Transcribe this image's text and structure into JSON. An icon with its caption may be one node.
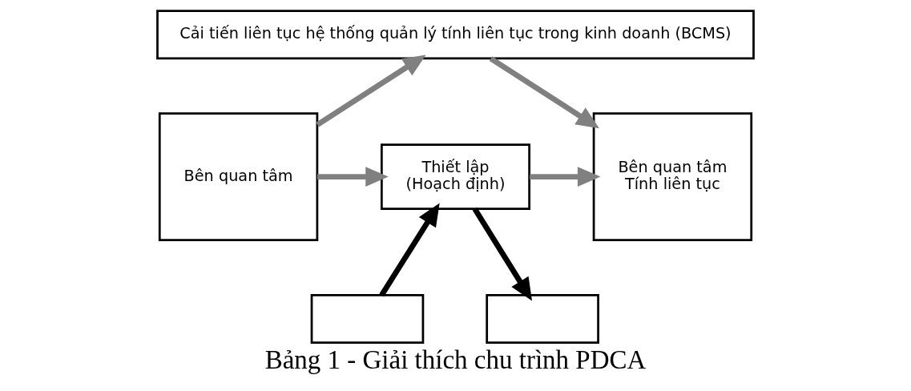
{
  "diagram": {
    "caption": "Bảng 1 - Giải thích chu trình PDCA",
    "nodes": [
      {
        "text": [
          "Cải tiến liên tục hệ thống quản lý tính liên tục trong kinh doanh (BCMS)"
        ]
      },
      {
        "text": [
          "Bên quan tâm"
        ]
      },
      {
        "text": [
          "Thiết lập",
          "(Hoạch định)"
        ]
      },
      {
        "text": [
          "Bên quan tâm",
          "Tính liên tục"
        ]
      },
      {
        "text": [],
        "shape": "box"
      },
      {
        "text": [],
        "shape": "box"
      }
    ],
    "edges": [
      {
        "from": 1,
        "to": 0,
        "arrow": "to"
      },
      {
        "from": 0,
        "to": 3,
        "arrow": "to"
      },
      {
        "from": 1,
        "to": 2,
        "arrow": "to"
      },
      {
        "from": 2,
        "to": 3,
        "arrow": "to"
      },
      {
        "from": 4,
        "to": 2,
        "arrow": "to",
        "color": "#000000"
      },
      {
        "from": 2,
        "to": 5,
        "arrow": "to",
        "color": "#000000"
      }
    ]
  }
}
